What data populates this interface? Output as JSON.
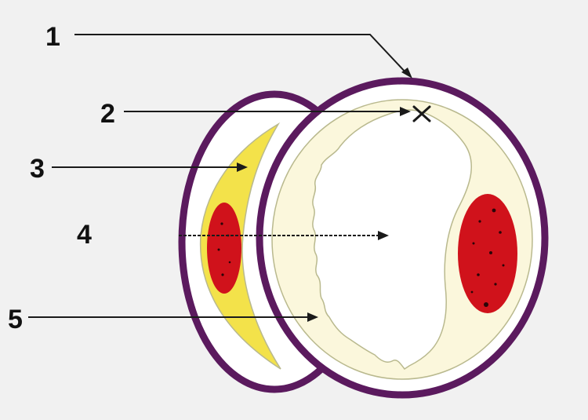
{
  "colors": {
    "background": "#f1f1f1",
    "outer_ring": "#5b1a5e",
    "cream_tissue": "#fbf7dc",
    "tissue_outline": "#b9b98e",
    "yellow_fat": "#f3e24a",
    "red_marrow": "#d0121b",
    "marrow_dots": "#2a0508",
    "inner_cavity": "#ffffff",
    "text": "#111111"
  },
  "callouts": [
    {
      "id": "1",
      "label": "1"
    },
    {
      "id": "2",
      "label": "2"
    },
    {
      "id": "3",
      "label": "3"
    },
    {
      "id": "4",
      "label": "4"
    },
    {
      "id": "5",
      "label": "5"
    }
  ]
}
